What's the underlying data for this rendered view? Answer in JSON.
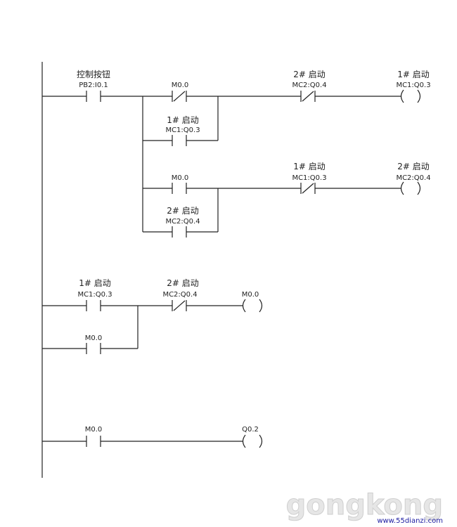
{
  "diagram": {
    "contacts": {
      "pb2": {
        "name": "控制按钮",
        "tag": "PB2:I0.1"
      },
      "r1_m0": {
        "name": "",
        "tag": "M0.0"
      },
      "r1_mc2": {
        "name": "2# 启动",
        "tag": "MC2:Q0.4"
      },
      "r1_seal": {
        "name": "1# 启动",
        "tag": "MC1:Q0.3"
      },
      "r2_m0": {
        "name": "",
        "tag": "M0.0"
      },
      "r2_mc1": {
        "name": "1# 启动",
        "tag": "MC1:Q0.3"
      },
      "r2_seal": {
        "name": "2# 启动",
        "tag": "MC2:Q0.4"
      },
      "r3_mc1": {
        "name": "1# 启动",
        "tag": "MC1:Q0.3"
      },
      "r3_mc2": {
        "name": "2# 启动",
        "tag": "MC2:Q0.4"
      },
      "r3_seal": {
        "name": "",
        "tag": "M0.0"
      },
      "r4_m0": {
        "name": "",
        "tag": "M0.0"
      }
    },
    "coils": {
      "r1_coil": {
        "name": "1# 启动",
        "tag": "MC1:Q0.3"
      },
      "r2_coil": {
        "name": "2# 启动",
        "tag": "MC2:Q0.4"
      },
      "r3_coil": {
        "name": "",
        "tag": "M0.0"
      },
      "r4_coil": {
        "name": "",
        "tag": "Q0.2"
      }
    }
  },
  "watermark": {
    "brand": "gongkong",
    "url": "www.55dianzi.com"
  }
}
